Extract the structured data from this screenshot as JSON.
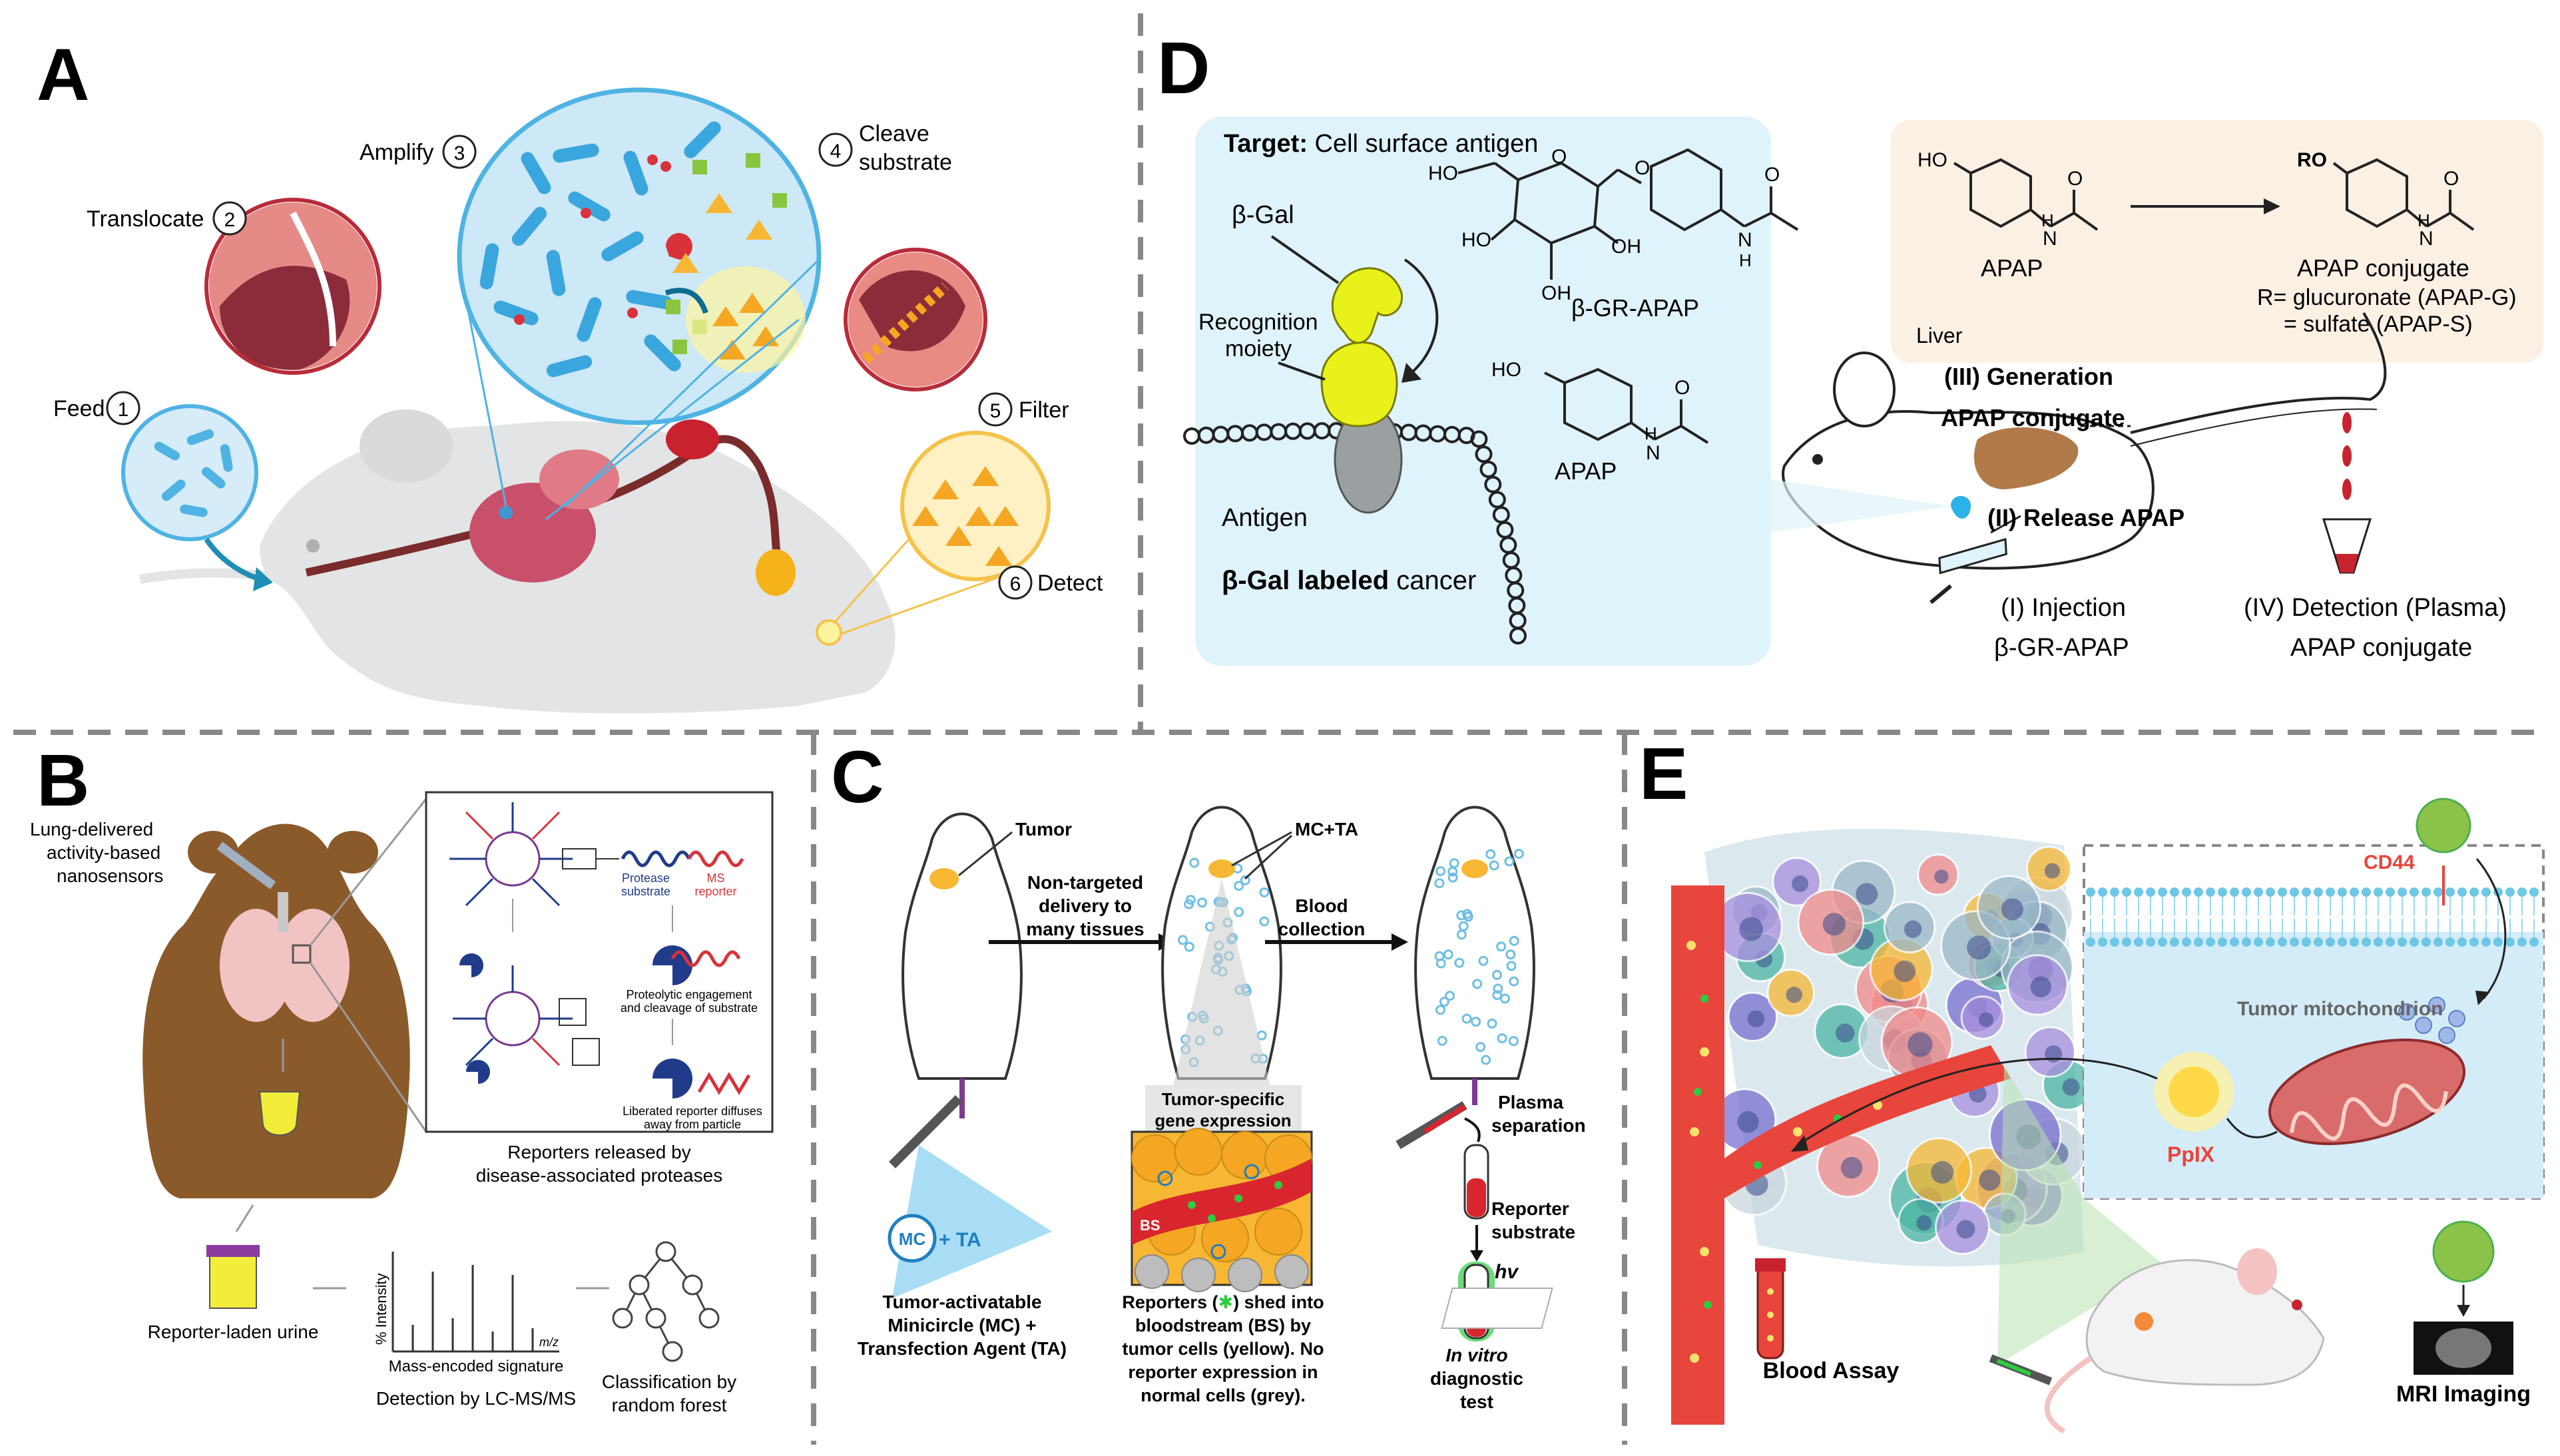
{
  "panels": {
    "a": {
      "letter": "A",
      "steps": [
        {
          "num": "1",
          "label": "Feed"
        },
        {
          "num": "2",
          "label": "Translocate"
        },
        {
          "num": "3",
          "label": "Amplify"
        },
        {
          "num": "4",
          "label": "Cleave",
          "label2": "substrate"
        },
        {
          "num": "5",
          "label": "Filter"
        },
        {
          "num": "6",
          "label": "Detect"
        }
      ]
    },
    "b": {
      "letter": "B",
      "nanosensor_label": [
        "Lung-delivered",
        "activity-based",
        "nanosensors"
      ],
      "protease_substrate": [
        "Protease",
        "substrate"
      ],
      "ms_reporter": [
        "MS",
        "reporter"
      ],
      "proteolytic": [
        "Proteolytic engagement",
        "and cleavage of substrate"
      ],
      "liberated": [
        "Liberated reporter diffuses",
        "away from particle"
      ],
      "reporters_released": [
        "Reporters released by",
        "disease-associated proteases"
      ],
      "urine": "Reporter-laden urine",
      "intensity": "% Intensity",
      "mz": "m/z",
      "signature": "Mass-encoded signature",
      "detection": "Detection by LC-MS/MS",
      "classification": [
        "Classification by",
        "random forest"
      ]
    },
    "c": {
      "letter": "C",
      "tumor": "Tumor",
      "mc_ta": "MC+TA",
      "nontargeted": [
        "Non-targeted",
        "delivery to",
        "many tissues"
      ],
      "blood_collection": [
        "Blood",
        "collection"
      ],
      "tumor_specific": [
        "Tumor-specific",
        "gene expression"
      ],
      "bs": "BS",
      "mc_circle": "MC",
      "plus_ta": "+ TA",
      "minicircle": [
        "Tumor-activatable",
        "Minicircle (MC) +",
        "Transfection Agent (TA)"
      ],
      "reporters_pre": "Reporters (",
      "reporters_post": ") shed into",
      "reporters_rest": [
        "bloodstream (BS) by",
        "tumor cells (yellow).  No",
        "reporter expression in",
        "normal cells (grey)."
      ],
      "plasma": [
        "Plasma",
        "separation"
      ],
      "reporter_substrate": [
        "Reporter",
        "substrate"
      ],
      "hv": "hv",
      "invitro": [
        "In vitro",
        "diagnostic",
        "test"
      ]
    },
    "d": {
      "letter": "D",
      "target_bold": "Target:",
      "target_rest": " Cell surface antigen",
      "bgal": "β-Gal",
      "recognition": [
        "Recognition",
        "moiety"
      ],
      "antigen": "Antigen",
      "bgal_labeled_bold": "β-Gal labeled",
      "bgal_labeled_rest": " cancer",
      "ho": "HO",
      "oh": "OH",
      "o": "O",
      "h": "H",
      "n": "N",
      "ro": "RO",
      "bgr_apap": "β-GR-APAP",
      "apap": "APAP",
      "apap_conjugate": "APAP conjugate",
      "r_gluc": "R= glucuronate (APAP-G)",
      "r_sulf": "= sulfate (APAP-S)",
      "liver": "Liver",
      "step3": [
        "(III) Generation",
        "APAP conjugate"
      ],
      "step2": "(II)  Release APAP",
      "step1": [
        "(I) Injection",
        "β-GR-APAP"
      ],
      "step4": [
        "(IV) Detection (Plasma)",
        "APAP conjugate"
      ]
    },
    "e": {
      "letter": "E",
      "cd44": "CD44",
      "mitochondrion": "Tumor mitochondrion",
      "ppix": "PpIX",
      "blood_assay": "Blood Assay",
      "mri": "MRI Imaging"
    }
  },
  "colors": {
    "divider": "#888888",
    "lightblue_panel": "#dff3fa",
    "peach_panel": "#fbf0e4",
    "bgal_yellow": "#e8f21a",
    "mouse_body": "#8b5a2b",
    "vessel_red": "#e8453c",
    "tumor_yellow": "#f7b733",
    "bacteria_blue": "#4fb3e3"
  }
}
